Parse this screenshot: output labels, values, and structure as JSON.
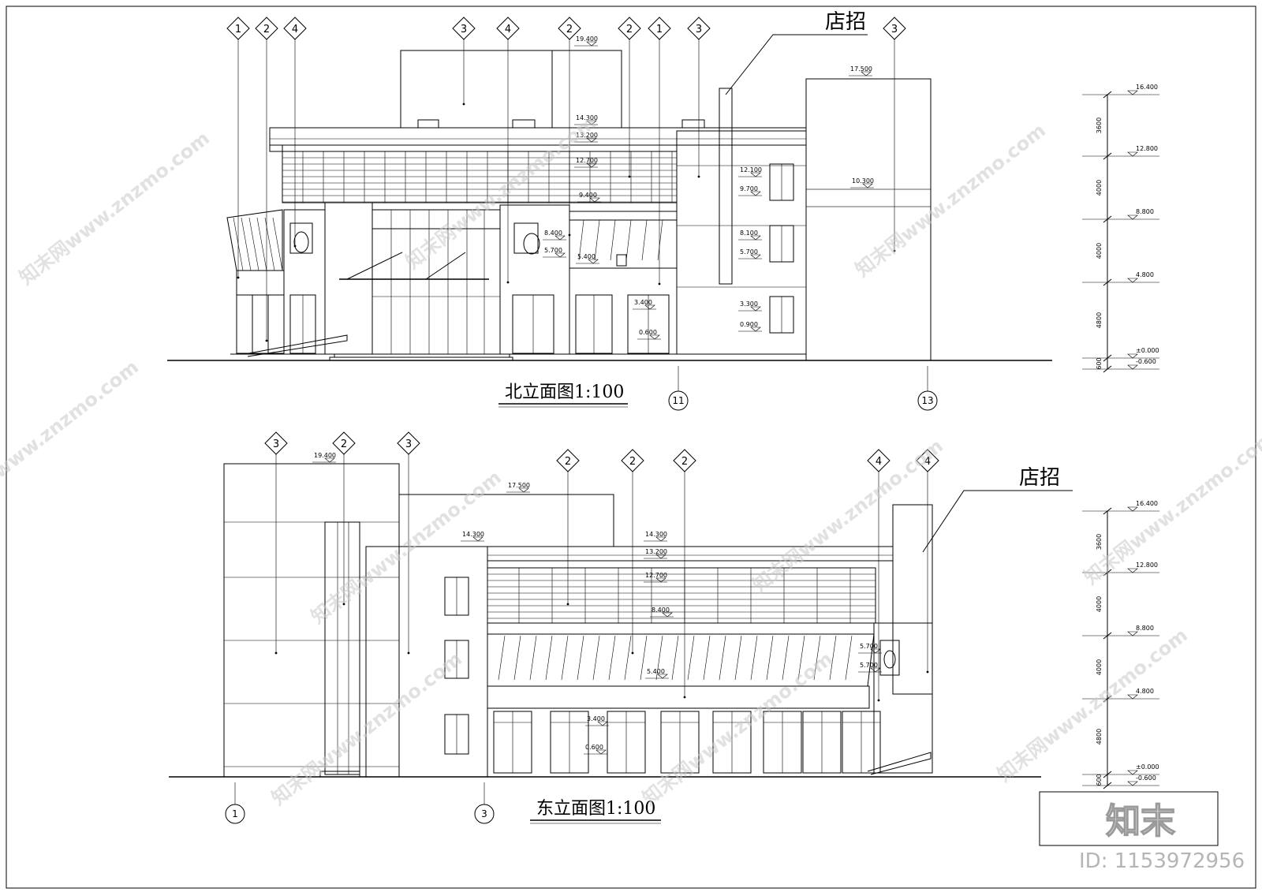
{
  "sheet": {
    "north_title": "北立面图1:100",
    "east_title": "东立面图1:100",
    "signboard_label": "店招",
    "logo_text": "知末",
    "id_text": "ID: 1153972956",
    "watermark_text": "知末网www.znzmo.com"
  },
  "north": {
    "tags": [
      "1",
      "2",
      "4",
      "3",
      "4",
      "2",
      "2",
      "1",
      "3",
      "3"
    ],
    "levels": [
      "19.400",
      "14.300",
      "13.200",
      "12.700",
      "9.400",
      "8.400",
      "5.700",
      "5.400",
      "3.400",
      "0.600",
      "12.100",
      "9.700",
      "8.100",
      "5.700",
      "3.300",
      "0.900",
      "17.500",
      "10.300"
    ],
    "grid_axes": [
      "11",
      "13"
    ]
  },
  "east": {
    "tags": [
      "3",
      "2",
      "3",
      "2",
      "2",
      "2",
      "4",
      "4"
    ],
    "levels": [
      "19.400",
      "17.500",
      "14.300",
      "14.300",
      "13.200",
      "12.700",
      "8.400",
      "5.700",
      "5.700",
      "5.400",
      "3.400",
      "0.600"
    ],
    "grid_axes": [
      "1",
      "3"
    ]
  },
  "scale_top": {
    "levels": [
      "16.400",
      "12.800",
      "8.800",
      "4.800",
      "±0.000",
      "-0.600"
    ],
    "spans": [
      "3600",
      "4000",
      "4000",
      "4800",
      "600"
    ]
  },
  "scale_bottom": {
    "levels": [
      "16.400",
      "12.800",
      "8.800",
      "4.800",
      "±0.000",
      "-0.600"
    ],
    "spans": [
      "3600",
      "4000",
      "4000",
      "4800",
      "600"
    ]
  }
}
